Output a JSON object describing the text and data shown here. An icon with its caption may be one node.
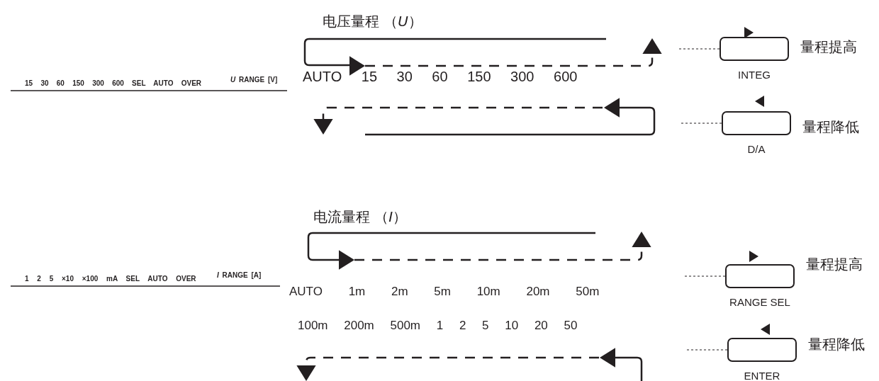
{
  "diagram": {
    "nodes": [
      {
        "text": [],
        "shape": "box",
        "beside": [
          "量程提高",
          "INTEG"
        ]
      },
      {
        "text": [],
        "shape": "box",
        "beside": [
          "量程降低",
          "D/A"
        ]
      },
      {
        "text": [],
        "shape": "box",
        "beside": [
          "量程提高",
          "RANGE SEL"
        ]
      },
      {
        "text": [],
        "shape": "box",
        "beside": [
          "量程降低",
          "ENTER"
        ]
      }
    ],
    "edges": [
      {
        "from": null,
        "to": 0,
        "arrow": "none",
        "style": "dashed"
      },
      {
        "from": null,
        "to": 1,
        "arrow": "none",
        "style": "dashed"
      },
      {
        "from": null,
        "to": 2,
        "arrow": "none",
        "style": "dashed"
      },
      {
        "from": null,
        "to": 3,
        "arrow": "none",
        "style": "dashed"
      }
    ],
    "labels": [
      "电压量程 （*U*）",
      "15 30 60 150 300 600 SEL AUTO OVER",
      "*U* RANGE [V]",
      "AUTO 15 30 60 150 300 600",
      "电流量程 （*I*）",
      "1 2 5 ×10 ×100 mA SEL AUTO OVER",
      "*I* RANGE [A]",
      "AUTO 1m 2m 5m 10m 20m 50m",
      "100m 200m 500m 1 2 5 10 20 50"
    ]
  }
}
